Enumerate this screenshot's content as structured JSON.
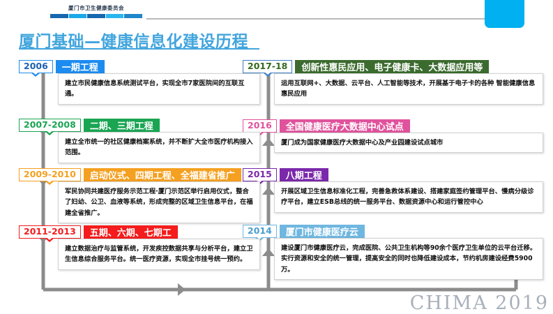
{
  "header": {
    "org_name": "厦门市卫生健康委员会",
    "logo_bar_colors": [
      "#1667b0",
      "#1aa9e8",
      "#1667b0",
      "#29b6ef",
      "#1f86c9"
    ],
    "corner_block_color": "#00b0f0"
  },
  "title": {
    "text": "厦门基础—健康信息化建设历程",
    "color": "#41a5dd"
  },
  "watermark": "CHIMA  2019",
  "timeline": {
    "left_column": [
      {
        "year": "2006",
        "phase": "一期工程",
        "color": "#1d8cf0",
        "year_border": "#1d8cf0",
        "year_text_color": "#1b62b5",
        "desc": "建立市民健康信息系统测试平台，实现全市7家医院间的互联互通。"
      },
      {
        "year": "2007-2008",
        "phase": "二期、三期工程",
        "color": "#19a552",
        "year_border": "#19a552",
        "year_text_color": "#19a552",
        "desc": "建立全市统一的社区健康档案系统，并不断扩大全市医疗机构接入范围。"
      },
      {
        "year": "2009-2010",
        "phase": "启动仪式、四期工程、全福建省推广",
        "color": "#f5a020",
        "year_border": "#f5a020",
        "year_text_color": "#f5a020",
        "desc": "军民协同共建医疗服务示范工程·厦门示范区举行启用仪式，整合了妇幼、公卫、血液等系统，形成完整的区域卫生信息平台，在福建全省推广。"
      },
      {
        "year": "2011-2013",
        "phase": "五期、六期、七期工",
        "color": "#f41c1c",
        "year_border": "#f41c1c",
        "year_text_color": "#f41c1c",
        "desc": "建立数据治疗与监管系统，开发疾控数据共享与分析平台，建立卫生信息综合服务平台。统一医疗资源，实现全市挂号统一预约。"
      }
    ],
    "right_column": [
      {
        "year": "2017-18",
        "phase": "创新性惠民应用、电子健康卡、大数据应用等",
        "color": "#3b6b2e",
        "year_border": "#3b7fc4",
        "year_text_color": "#33691e",
        "desc": "运用互联网+、大数据、云平台、人工智能等技术，开展基于电子卡的各种 智能健康信息惠民应用"
      },
      {
        "year": "2016",
        "phase": "全国健康医疗大数据中心试点",
        "color": "#e0529c",
        "year_border": "#e0529c",
        "year_text_color": "#e0529c",
        "desc": "厦门成为国家健康医疗大数据中心及产业园建设试点城市"
      },
      {
        "year": "2015",
        "phase": "八期工程",
        "color": "#7a29ab",
        "year_border": "#7a29ab",
        "year_text_color": "#7a29ab",
        "desc": "开展区域卫生信息标准化工程，完善急救体系建设、搭建家庭签约管理平台、慢病分级诊疗平台，建立ESB总线的统一服务平台、数据资源中心和运行管控中心"
      },
      {
        "year": "2014",
        "phase": "厦门市健康医疗云",
        "color": "#6fb7e0",
        "year_border": "#6fb7e0",
        "year_text_color": "#4a9ed1",
        "desc": "建设厦门市健康医疗云，完成医院、公共卫生机构等90余个医疗卫生单位的云平台迁移。实行资源和安全的统一管理，提高安全的同时也降低建设成本，节约机房建设经费5900万。"
      }
    ],
    "spine_color": "#8c8c8c",
    "flow_direction_left": "down",
    "flow_direction_right": "up"
  }
}
